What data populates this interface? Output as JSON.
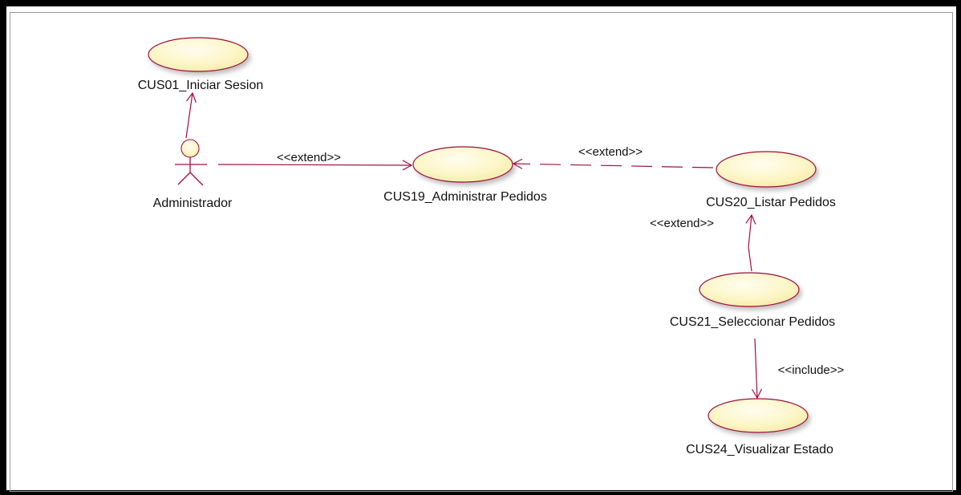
{
  "use_cases": {
    "cus01": "CUS01_Iniciar Sesion",
    "cus19": "CUS19_Administrar Pedidos",
    "cus20": "CUS20_Listar Pedidos",
    "cus21": "CUS21_Seleccionar Pedidos",
    "cus24": "CUS24_Visualizar Estado"
  },
  "actor": {
    "name": "Administrador"
  },
  "relations": {
    "admin_to_cus19": "<<extend>>",
    "cus20_to_cus19": "<<extend>>",
    "cus21_to_cus20": "<<extend>>",
    "cus21_to_cus24": "<<include>>"
  },
  "colors": {
    "use_case_fill": "#fdf8cf",
    "line": "#9e1040",
    "frame": "#000000"
  }
}
